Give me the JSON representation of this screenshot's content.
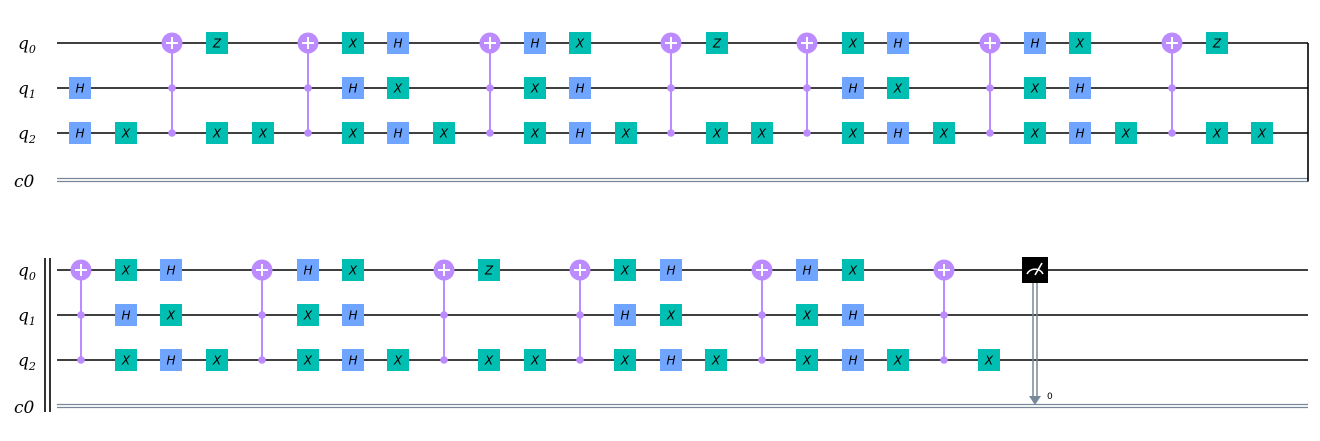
{
  "circuit": {
    "qubits": [
      {
        "name": "q",
        "index": "0"
      },
      {
        "name": "q",
        "index": "1"
      },
      {
        "name": "q",
        "index": "2"
      }
    ],
    "classical": {
      "name": "c0"
    },
    "measure_bit": "0",
    "colors": {
      "h": "#6fa4ff",
      "x": "#00bfb2",
      "cx": "#bb8bff",
      "measure": "#000000",
      "classical_wire": "#778899"
    },
    "rows": [
      {
        "steps": [
          [
            {
              "g": "H",
              "q": 1
            },
            {
              "g": "H",
              "q": 2
            }
          ],
          [
            {
              "g": "X",
              "q": 2
            }
          ],
          [
            {
              "g": "CX",
              "c": [
                1,
                2
              ],
              "t": 0
            }
          ],
          [
            {
              "g": "Z",
              "q": 0
            },
            {
              "g": "X",
              "q": 2
            }
          ],
          [
            {
              "g": "X",
              "q": 2
            }
          ],
          [
            {
              "g": "CX",
              "c": [
                1,
                2
              ],
              "t": 0
            }
          ],
          [
            {
              "g": "X",
              "q": 0
            },
            {
              "g": "H",
              "q": 1
            },
            {
              "g": "X",
              "q": 2
            }
          ],
          [
            {
              "g": "H",
              "q": 0
            },
            {
              "g": "X",
              "q": 1
            },
            {
              "g": "H",
              "q": 2
            }
          ],
          [
            {
              "g": "X",
              "q": 2
            }
          ],
          [
            {
              "g": "CX",
              "c": [
                1,
                2
              ],
              "t": 0
            }
          ],
          [
            {
              "g": "H",
              "q": 0
            },
            {
              "g": "X",
              "q": 1
            },
            {
              "g": "X",
              "q": 2
            }
          ],
          [
            {
              "g": "X",
              "q": 0
            },
            {
              "g": "H",
              "q": 1
            },
            {
              "g": "H",
              "q": 2
            }
          ],
          [
            {
              "g": "X",
              "q": 2
            }
          ],
          [
            {
              "g": "CX",
              "c": [
                1,
                2
              ],
              "t": 0
            }
          ],
          [
            {
              "g": "Z",
              "q": 0
            },
            {
              "g": "X",
              "q": 2
            }
          ],
          [
            {
              "g": "X",
              "q": 2
            }
          ],
          [
            {
              "g": "CX",
              "c": [
                1,
                2
              ],
              "t": 0
            }
          ],
          [
            {
              "g": "X",
              "q": 0
            },
            {
              "g": "H",
              "q": 1
            },
            {
              "g": "X",
              "q": 2
            }
          ],
          [
            {
              "g": "H",
              "q": 0
            },
            {
              "g": "X",
              "q": 1
            },
            {
              "g": "H",
              "q": 2
            }
          ],
          [
            {
              "g": "X",
              "q": 2
            }
          ],
          [
            {
              "g": "CX",
              "c": [
                1,
                2
              ],
              "t": 0
            }
          ],
          [
            {
              "g": "H",
              "q": 0
            },
            {
              "g": "X",
              "q": 1
            },
            {
              "g": "X",
              "q": 2
            }
          ],
          [
            {
              "g": "X",
              "q": 0
            },
            {
              "g": "H",
              "q": 1
            },
            {
              "g": "H",
              "q": 2
            }
          ],
          [
            {
              "g": "X",
              "q": 2
            }
          ],
          [
            {
              "g": "CX",
              "c": [
                1,
                2
              ],
              "t": 0
            }
          ],
          [
            {
              "g": "Z",
              "q": 0
            },
            {
              "g": "X",
              "q": 2
            }
          ],
          [
            {
              "g": "X",
              "q": 2
            }
          ]
        ]
      },
      {
        "steps": [
          [
            {
              "g": "CX",
              "c": [
                1,
                2
              ],
              "t": 0
            }
          ],
          [
            {
              "g": "X",
              "q": 0
            },
            {
              "g": "H",
              "q": 1
            },
            {
              "g": "X",
              "q": 2
            }
          ],
          [
            {
              "g": "H",
              "q": 0
            },
            {
              "g": "X",
              "q": 1
            },
            {
              "g": "H",
              "q": 2
            }
          ],
          [
            {
              "g": "X",
              "q": 2
            }
          ],
          [
            {
              "g": "CX",
              "c": [
                1,
                2
              ],
              "t": 0
            }
          ],
          [
            {
              "g": "H",
              "q": 0
            },
            {
              "g": "X",
              "q": 1
            },
            {
              "g": "X",
              "q": 2
            }
          ],
          [
            {
              "g": "X",
              "q": 0
            },
            {
              "g": "H",
              "q": 1
            },
            {
              "g": "H",
              "q": 2
            }
          ],
          [
            {
              "g": "X",
              "q": 2
            }
          ],
          [
            {
              "g": "CX",
              "c": [
                1,
                2
              ],
              "t": 0
            }
          ],
          [
            {
              "g": "Z",
              "q": 0
            },
            {
              "g": "X",
              "q": 2
            }
          ],
          [
            {
              "g": "X",
              "q": 2
            }
          ],
          [
            {
              "g": "CX",
              "c": [
                1,
                2
              ],
              "t": 0
            }
          ],
          [
            {
              "g": "X",
              "q": 0
            },
            {
              "g": "H",
              "q": 1
            },
            {
              "g": "X",
              "q": 2
            }
          ],
          [
            {
              "g": "H",
              "q": 0
            },
            {
              "g": "X",
              "q": 1
            },
            {
              "g": "H",
              "q": 2
            }
          ],
          [
            {
              "g": "X",
              "q": 2
            }
          ],
          [
            {
              "g": "CX",
              "c": [
                1,
                2
              ],
              "t": 0
            }
          ],
          [
            {
              "g": "H",
              "q": 0
            },
            {
              "g": "X",
              "q": 1
            },
            {
              "g": "X",
              "q": 2
            }
          ],
          [
            {
              "g": "X",
              "q": 0
            },
            {
              "g": "H",
              "q": 1
            },
            {
              "g": "H",
              "q": 2
            }
          ],
          [
            {
              "g": "X",
              "q": 2
            }
          ],
          [
            {
              "g": "CX",
              "c": [
                1,
                2
              ],
              "t": 0
            }
          ],
          [
            {
              "g": "X",
              "q": 2
            }
          ],
          [
            {
              "g": "M",
              "q": 0
            }
          ]
        ]
      }
    ]
  }
}
